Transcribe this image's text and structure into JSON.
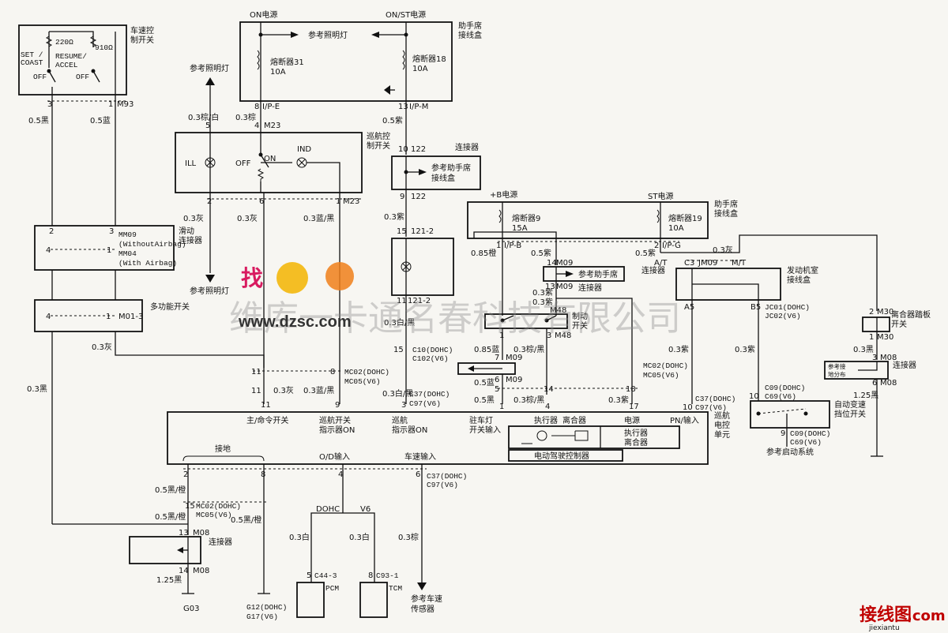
{
  "labels": {
    "on_power": "ON电源",
    "onst_power": "ON/ST电源",
    "ref_lamp": "参考照明灯",
    "fuse31": "熔断器31",
    "fuse31_amp": "10A",
    "fuse18": "熔断器18",
    "fuse18_amp": "10A",
    "asst_box": "助手席",
    "asst_box2": "接线盒",
    "ipe": "I/P-E",
    "ipm": "I/P-M",
    "pin8": "8",
    "pin13": "13",
    "w_03brown": "0.3棕",
    "w_05purple": "0.5紫",
    "m23": "M23",
    "pin4": "4",
    "pin10": "10",
    "c122": "122",
    "connector": "连接器",
    "ref_lamp_top": "参考照明灯",
    "w_03brown_white": "0.3棕/白",
    "pin5": "5",
    "cruise_sw": "巡航控",
    "cruise_sw2": "制开关",
    "ill": "ILL",
    "off": "OFF",
    "on": "ON",
    "ind": "IND",
    "pin2": "2",
    "pin6": "6",
    "pin1": "1",
    "m23b": "M23",
    "pin9": "9",
    "c122b": "122",
    "ref_asst": "参考助手席",
    "ref_asst2": "接线盒",
    "w_03gray": "0.3灰",
    "w_03gray2": "0.3灰",
    "w_03blue_black": "0.3蓝/黑",
    "w_03purple": "0.3紫",
    "pin15": "15",
    "c121_2": "121-2",
    "pin11": "11",
    "c121_2b": "121-2",
    "ref_lamp_mid": "参考照明灯",
    "speed_sw": "车速控",
    "speed_sw2": "制开关",
    "r220": "220Ω",
    "r910": "910Ω",
    "set_coast": "SET /",
    "set_coast2": "COAST",
    "resume": "RESUME/",
    "accel": "ACCEL",
    "off1": "OFF",
    "off2": "OFF",
    "pin3": "3",
    "m93": "M93",
    "pin1b": "1",
    "w_05black": "0.5黑",
    "w_05blue": "0.5蓝",
    "slide_conn": "滑动",
    "slide_conn2": "连接器",
    "mm09": "MM09",
    "without_airbag": "(WithoutAirbag)",
    "mm04": "MM04",
    "with_airbag": "(With Airbag)",
    "pin2b": "2",
    "pin3b": "3",
    "pin4b": "4",
    "pin1c": "1",
    "multi_sw": "多功能开关",
    "m01_3": "M01-3",
    "pin4c": "4",
    "pin1d": "1",
    "w_03gray3": "0.3灰",
    "w_03black": "0.3黑",
    "b_power": "+B电源",
    "st_power": "ST电源",
    "fuse9": "熔断器9",
    "fuse9_amp": "15A",
    "fuse19": "熔断器19",
    "fuse19_amp": "10A",
    "asst_box_r": "助手席",
    "asst_box_r2": "接线盒",
    "ipb": "I/P-B",
    "ipg": "I/P-G",
    "w_085orange": "0.85橙",
    "w_05purple2": "0.5紫",
    "w_05purple3": "0.5紫",
    "w_03gray4": "0.3灰",
    "m09": "M09",
    "pin14": "14",
    "ref_asst_box": "参考助手席",
    "conn_r": "连接器",
    "conn_r2": "连接器",
    "m09b": "M09",
    "pin13b": "13",
    "w_03purple2": "0.3紫",
    "w_03purple3": "0.3紫",
    "m48": "M48",
    "brake_sw": "制动",
    "brake_sw2": "开关",
    "w_085blue": "0.85蓝",
    "w_03brown_black": "0.3棕/黑",
    "m48b": "M48",
    "pin7": "7",
    "m09c": "M09",
    "pin6b": "6",
    "m09d": "M09",
    "w_05blue2": "0.5蓝",
    "w_05black2": "0.5黑",
    "w_03brown_black2": "0.3棕/黑",
    "w_03purple4": "0.3紫",
    "mc02": "MC02(DOHC)",
    "mc05": "MC05(V6)",
    "pin18": "18",
    "pin17": "17",
    "at": "A/T",
    "c3": "C3",
    "jm09": "JM09",
    "mt": "M/T",
    "engine_box": "发动机室",
    "engine_box2": "接线盒",
    "a5": "A5",
    "b5": "B5",
    "jc01": "JC01(DOHC)",
    "jc02": "JC02(V6)",
    "w_03purple5": "0.3紫",
    "w_03purple6": "0.3紫",
    "c37": "C37(DOHC)",
    "c97": "C97(V6)",
    "pin10b": "10",
    "c09": "C09(DOHC)",
    "c69": "C69(V6)",
    "pin10c": "10",
    "auto_sw": "自动变速",
    "auto_sw2": "挡位开关",
    "pin9b": "9",
    "c09b": "C09(DOHC)",
    "c69b": "C69(V6)",
    "ref_start": "参考启动系统",
    "clutch_sw": "离合器踏板",
    "clutch_sw2": "开关",
    "m30": "M30",
    "pin2c": "2",
    "pin1e": "1",
    "m30b": "M30",
    "w_03black2": "0.3黑",
    "pin3c": "3",
    "m08": "M08",
    "conn_m08": "连接器",
    "ref_tiny1": "参考接",
    "ref_tiny2": "地分布",
    "pin6c": "6",
    "m08b": "M08",
    "w_125black": "1.25黑",
    "mc02b": "MC02(DOHC)",
    "mc05b": "MC05(V6)",
    "pin8b": "8",
    "pin11b": "11",
    "pin11c": "11",
    "w_03gray5": "0.3灰",
    "w_03blue_black2": "0.3蓝/黑",
    "pin9c": "9",
    "c10": "C10(DOHC)",
    "c102": "C102(V6)",
    "pin15b": "15",
    "w_03white_black": "0.3白/黑",
    "w_03white_black2": "0.3白/黑",
    "c37b": "C37(DOHC)",
    "c97b": "C97(V6)",
    "pin3d": "3",
    "main_sw": "主/命令开关",
    "cruise_ind": "巡航开关",
    "cruise_ind2": "指示器ON",
    "cruise_ind3": "巡航",
    "cruise_ind4": "指示器ON",
    "park_lamp": "驻车灯",
    "park_lamp2": "开关输入",
    "actuator": "执行器",
    "clutch": "离合器",
    "actuator2": "执行器",
    "clutch2": "离合器",
    "power": "电源",
    "pn_input": "PN/输入",
    "cruise_ecu": "巡航",
    "cruise_ecu2": "电控",
    "cruise_ecu3": "单元",
    "motor_ctrl": "电动驾驶控制器",
    "ground": "接地",
    "od_input": "O/D输入",
    "speed_input": "车速输入",
    "pin2d": "2",
    "pin8c": "8",
    "pin4d": "4",
    "pin6d": "6",
    "c37c": "C37(DOHC)",
    "c97c": "C97(V6)",
    "w_05black_orange": "0.5黑/橙",
    "w_05black_orange2": "0.5黑/橙",
    "w_05black_orange3": "0.5黑/橙",
    "pin15c": "15",
    "mc02c": "MC02(DOHC)",
    "mc05c": "MC05(V6)",
    "pin13c": "13",
    "m08c": "M08",
    "conn_bottom": "连接器",
    "pin14b": "14",
    "m08d": "M08",
    "w_125black2": "1.25黑",
    "g03": "G03",
    "g12": "G12(DOHC)",
    "g17": "G17(V6)",
    "dohc": "DOHC",
    "v6": "V6",
    "w_03white": "0.3白",
    "w_03white2": "0.3白",
    "w_03brown2": "0.3棕",
    "pin5b": "5",
    "c44_3": "C44-3",
    "pin8d": "8",
    "c93_1": "C93-1",
    "pcm": "PCM",
    "tcm": "TCM",
    "ref_speed": "参考车速",
    "ref_speed2": "传感器",
    "wm_text": "维库一卡通名春科技有限公司",
    "wm_find": "找",
    "wm_url": "www.dzsc.com",
    "site_brand": "接线图",
    "site_dotcom": ".com",
    "site_url": "jiexiantu"
  }
}
